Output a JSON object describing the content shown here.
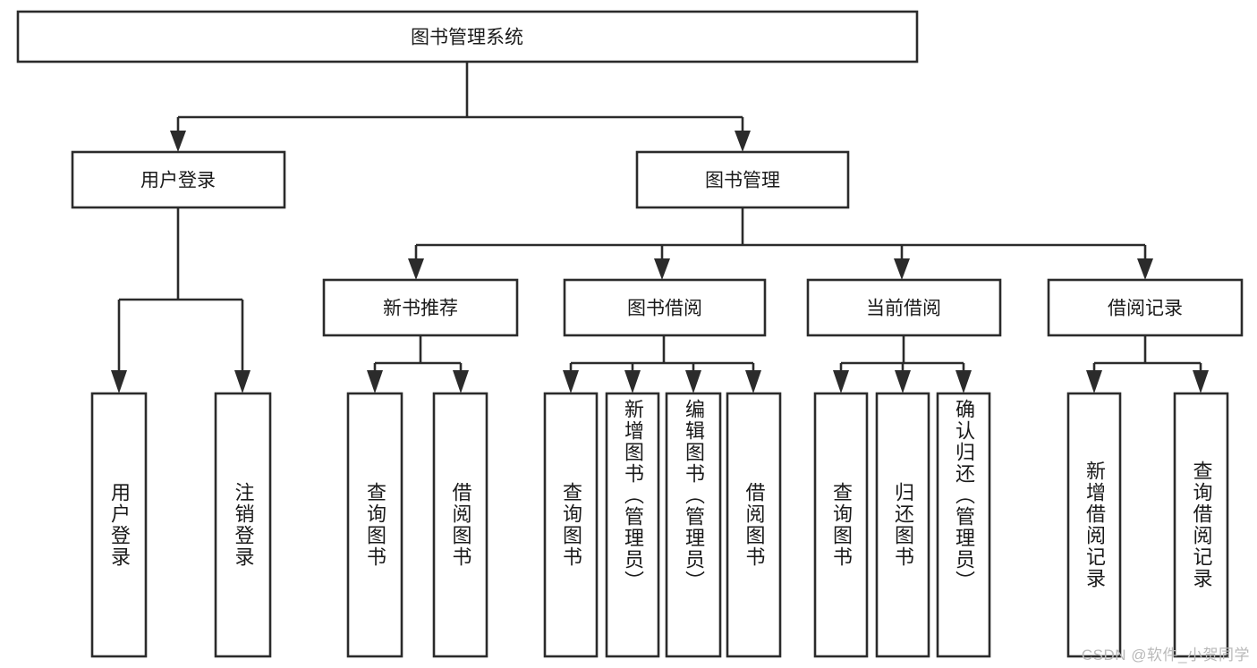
{
  "diagram": {
    "type": "tree",
    "title": "图书管理系统",
    "watermark": "CSDN @软件_小贺同学",
    "root": {
      "label": "图书管理系统"
    },
    "level1": [
      {
        "id": "user-login",
        "label": "用户登录"
      },
      {
        "id": "book-manage",
        "label": "图书管理"
      }
    ],
    "level2": [
      {
        "id": "new-book-recommend",
        "label": "新书推荐",
        "parent": "book-manage"
      },
      {
        "id": "book-borrow",
        "label": "图书借阅",
        "parent": "book-manage"
      },
      {
        "id": "current-borrow",
        "label": "当前借阅",
        "parent": "book-manage"
      },
      {
        "id": "borrow-record",
        "label": "借阅记录",
        "parent": "book-manage"
      }
    ],
    "leaves": [
      {
        "id": "leaf-1",
        "label": "用户登录",
        "parent": "user-login"
      },
      {
        "id": "leaf-2",
        "label": "注销登录",
        "parent": "user-login"
      },
      {
        "id": "leaf-3",
        "label": "查询图书",
        "parent": "new-book-recommend"
      },
      {
        "id": "leaf-4",
        "label": "借阅图书",
        "parent": "new-book-recommend"
      },
      {
        "id": "leaf-5",
        "label": "查询图书",
        "parent": "book-borrow"
      },
      {
        "id": "leaf-6",
        "label": "新增图书（管理员）",
        "parent": "book-borrow"
      },
      {
        "id": "leaf-7",
        "label": "编辑图书（管理员）",
        "parent": "book-borrow"
      },
      {
        "id": "leaf-8",
        "label": "借阅图书",
        "parent": "book-borrow"
      },
      {
        "id": "leaf-9",
        "label": "查询图书",
        "parent": "current-borrow"
      },
      {
        "id": "leaf-10",
        "label": "归还图书",
        "parent": "current-borrow"
      },
      {
        "id": "leaf-11",
        "label": "确认归还（管理员）",
        "parent": "current-borrow"
      },
      {
        "id": "leaf-12",
        "label": "新增借阅记录",
        "parent": "borrow-record"
      },
      {
        "id": "leaf-13",
        "label": "查询借阅记录",
        "parent": "borrow-record"
      }
    ],
    "colors": {
      "stroke": "#2b2b2b",
      "fill": "#ffffff",
      "text": "#1a1a1a",
      "watermark": "#b9b9b9"
    }
  }
}
